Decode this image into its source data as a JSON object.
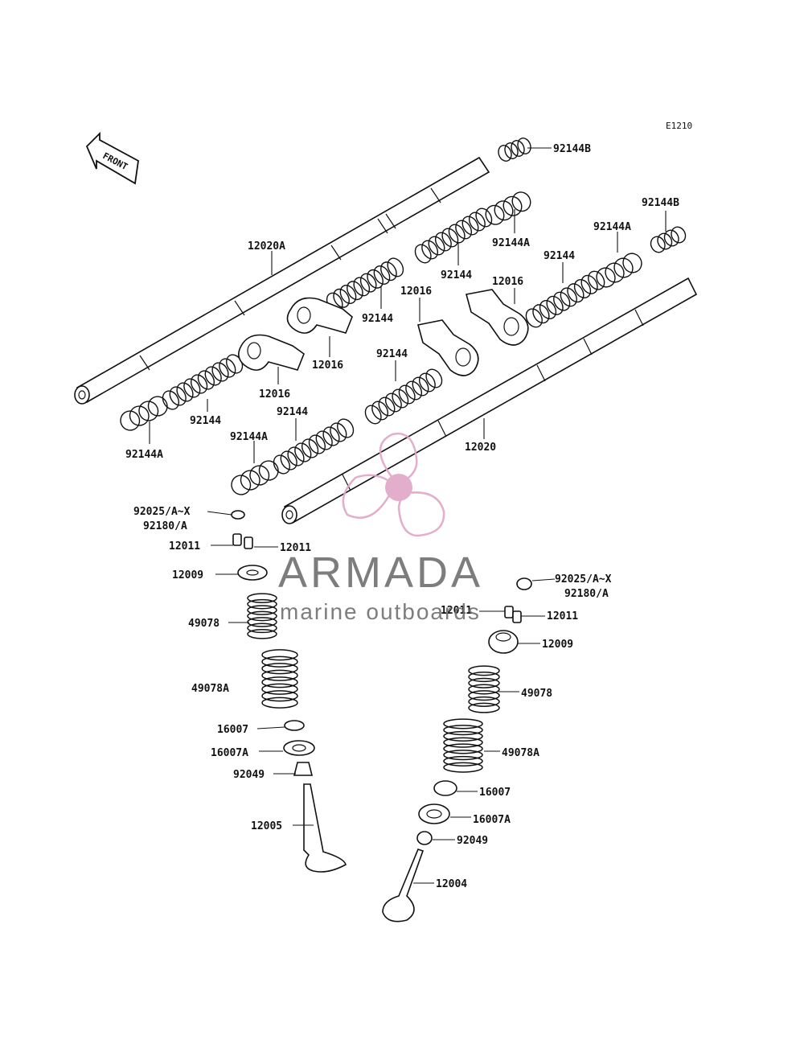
{
  "diagram": {
    "code": "E1210",
    "front_label": "FRONT",
    "parts": {
      "p92144B_top": "92144B",
      "p92144B_right": "92144B",
      "p12020A": "12020A",
      "p92144A_r1": "92144A",
      "p92144A_r2": "92144A",
      "p92144_a": "92144",
      "p92144_b": "92144",
      "p92144_c": "92144",
      "p92144_d": "92144",
      "p92144_e": "92144",
      "p92144_f": "92144",
      "p12016_a": "12016",
      "p12016_b": "12016",
      "p12016_c": "12016",
      "p12016_d": "12016",
      "p92144A_l1": "92144A",
      "p92144A_l2": "92144A",
      "p12020": "12020",
      "p92025_l": "92025/A~X",
      "p92180_l": "92180/A",
      "p12011_l1": "12011",
      "p12011_l2": "12011",
      "p12009_l": "12009",
      "p49078_l": "49078",
      "p49078A_l": "49078A",
      "p16007_l": "16007",
      "p16007A_l": "16007A",
      "p92049_l": "92049",
      "p12005": "12005",
      "p92025_r": "92025/A~X",
      "p92180_r": "92180/A",
      "p12011_r1": "12011",
      "p12011_r2": "12011",
      "p12009_r": "12009",
      "p49078_r": "49078",
      "p49078A_r": "49078A",
      "p16007_r": "16007",
      "p16007A_r": "16007A",
      "p92049_r": "92049",
      "p12004": "12004"
    }
  },
  "watermark": {
    "brand": "ARMADA",
    "tagline": "marine outboards",
    "color": "#e0a6c6"
  }
}
